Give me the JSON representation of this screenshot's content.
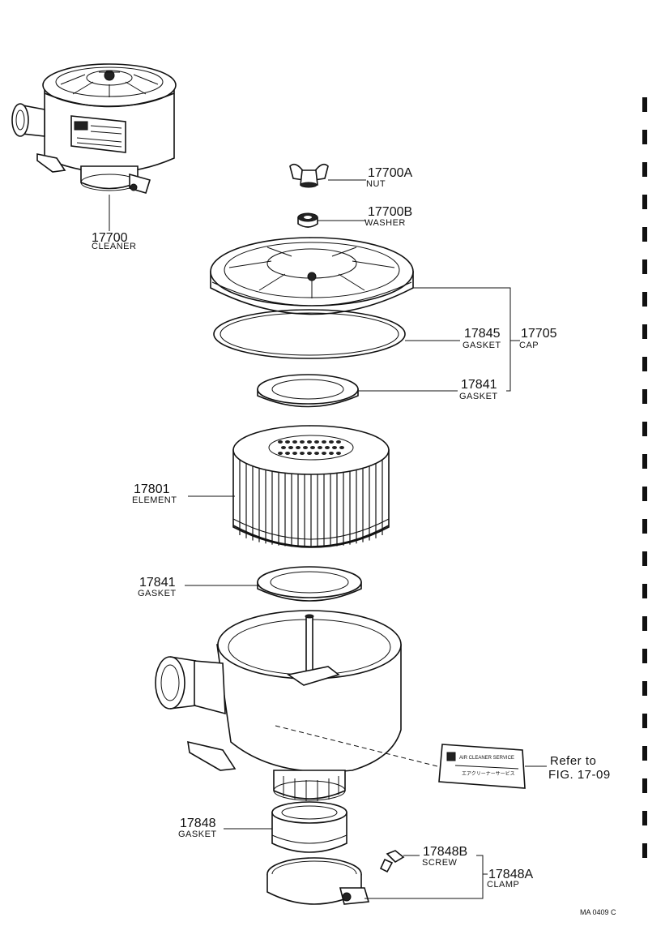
{
  "parts": [
    {
      "id": "cleaner",
      "number": "17700",
      "name": "CLEANER"
    },
    {
      "id": "nut",
      "number": "17700A",
      "name": "NUT"
    },
    {
      "id": "washer",
      "number": "17700B",
      "name": "WASHER"
    },
    {
      "id": "gasket-cap",
      "number": "17845",
      "name": "GASKET"
    },
    {
      "id": "cap",
      "number": "17705",
      "name": "CAP"
    },
    {
      "id": "gasket-upper",
      "number": "17841",
      "name": "GASKET"
    },
    {
      "id": "element",
      "number": "17801",
      "name": "ELEMENT"
    },
    {
      "id": "gasket-lower",
      "number": "17841",
      "name": "GASKET"
    },
    {
      "id": "gasket-base",
      "number": "17848",
      "name": "GASKET"
    },
    {
      "id": "screw",
      "number": "17848B",
      "name": "SCREW"
    },
    {
      "id": "clamp",
      "number": "17848A",
      "name": "CLAMP"
    }
  ],
  "reference": {
    "line1": "Refer to",
    "line2": "FIG. 17-09"
  },
  "label_plate": {
    "text1": "AIR CLEANER SERVICE",
    "text2": "エアクリーナーサービス"
  },
  "figure_code": "MA 0409 C"
}
